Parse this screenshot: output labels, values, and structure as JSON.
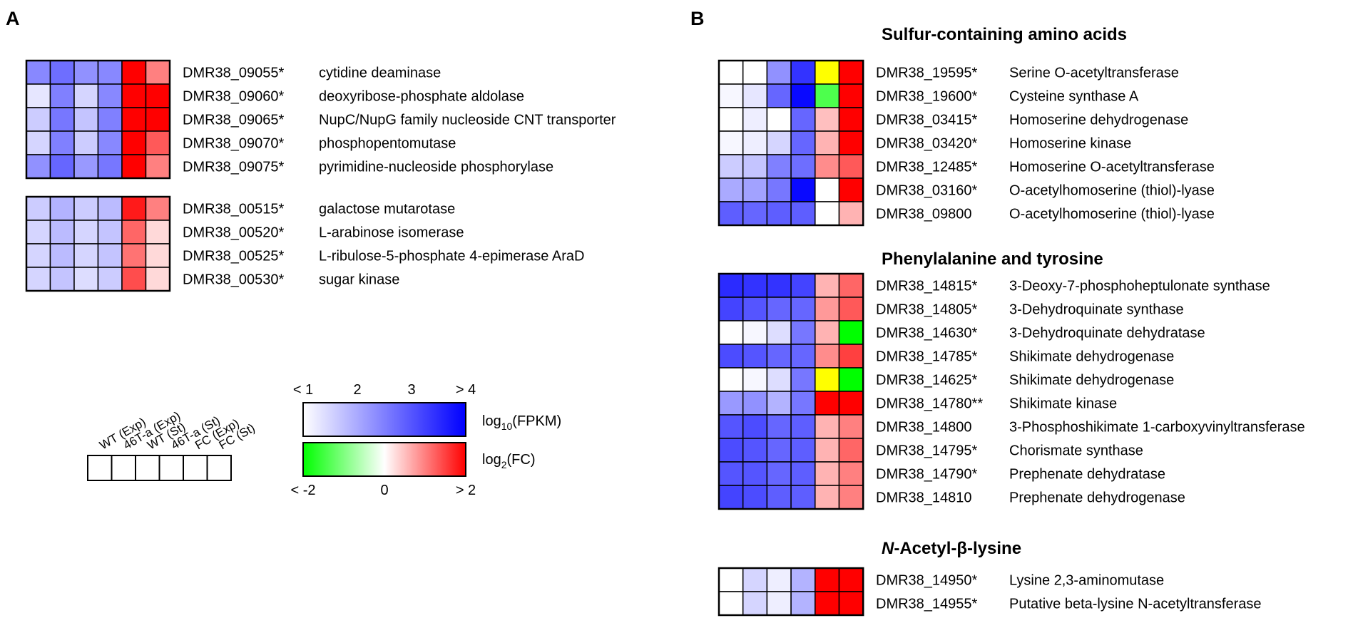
{
  "panels": {
    "a": "A",
    "b": "B"
  },
  "chart_data": {
    "type": "heatmap",
    "columns": [
      "WT (Exp)",
      "46T-a (Exp)",
      "WT (St)",
      "46T-a (St)",
      "FC (Exp)",
      "FC (St)"
    ],
    "legend": {
      "fpkm": {
        "label_main": "log",
        "label_sub": "10",
        "label_tail": "(FPKM)",
        "ticks": [
          "< 1",
          "2",
          "3",
          "> 4"
        ],
        "range": [
          1,
          4
        ],
        "colors": [
          "#ffffff",
          "#0000ff"
        ]
      },
      "fc": {
        "label_main": "log",
        "label_sub": "2",
        "label_tail": "(FC)",
        "ticks": [
          "< -2",
          "0",
          "> 2"
        ],
        "range": [
          -2,
          2
        ],
        "colors": [
          "#00ff00",
          "#ffffff",
          "#ff0000"
        ],
        "special_colors": [
          "#ffff00"
        ]
      }
    },
    "blocks": [
      {
        "panel": "A",
        "title": "",
        "rows": [
          {
            "gene": "DMR38_09055*",
            "desc": "cytidine deaminase",
            "fpkm": [
              2.4,
              2.7,
              2.3,
              2.4
            ],
            "fc": [
              2.0,
              1.0
            ]
          },
          {
            "gene": "DMR38_09060*",
            "desc": "deoxyribose-phosphate aldolase",
            "fpkm": [
              1.3,
              2.5,
              1.5,
              2.4
            ],
            "fc": [
              2.0,
              2.0
            ]
          },
          {
            "gene": "DMR38_09065*",
            "desc": "NupC/NupG family nucleoside CNT transporter",
            "fpkm": [
              1.6,
              2.6,
              1.7,
              2.5
            ],
            "fc": [
              2.0,
              2.0
            ]
          },
          {
            "gene": "DMR38_09070*",
            "desc": "phosphopentomutase",
            "fpkm": [
              1.5,
              2.5,
              1.6,
              2.4
            ],
            "fc": [
              2.0,
              1.3
            ]
          },
          {
            "gene": "DMR38_09075*",
            "desc": "pyrimidine-nucleoside phosphorylase",
            "fpkm": [
              2.3,
              2.8,
              2.2,
              2.6
            ],
            "fc": [
              2.0,
              1.0
            ]
          }
        ]
      },
      {
        "panel": "A",
        "title": "",
        "rows": [
          {
            "gene": "DMR38_00515*",
            "desc": "galactose mutarotase",
            "fpkm": [
              1.6,
              1.9,
              1.6,
              1.8
            ],
            "fc": [
              1.8,
              1.0
            ]
          },
          {
            "gene": "DMR38_00520*",
            "desc": "L-arabinose isomerase",
            "fpkm": [
              1.5,
              1.8,
              1.5,
              1.7
            ],
            "fc": [
              1.2,
              0.3
            ]
          },
          {
            "gene": "DMR38_00525*",
            "desc": "L-ribulose-5-phosphate 4-epimerase AraD",
            "fpkm": [
              1.5,
              1.8,
              1.5,
              1.7
            ],
            "fc": [
              1.1,
              0.3
            ]
          },
          {
            "gene": "DMR38_00530*",
            "desc": "sugar kinase",
            "fpkm": [
              1.5,
              1.7,
              1.4,
              1.6
            ],
            "fc": [
              1.4,
              0.3
            ]
          }
        ]
      },
      {
        "panel": "B",
        "title": "Sulfur-containing amino acids",
        "rows": [
          {
            "gene": "DMR38_19595*",
            "desc": "Serine O-acetyltransferase",
            "fpkm": [
              1.0,
              1.0,
              2.3,
              3.4
            ],
            "fc": [
              "Y",
              2.0
            ]
          },
          {
            "gene": "DMR38_19600*",
            "desc": "Cysteine synthase A",
            "fpkm": [
              1.1,
              1.3,
              2.8,
              3.9
            ],
            "fc": [
              -1.4,
              2.0
            ]
          },
          {
            "gene": "DMR38_03415*",
            "desc": "Homoserine dehydrogenase",
            "fpkm": [
              1.0,
              1.2,
              1.0,
              2.8
            ],
            "fc": [
              0.5,
              2.0
            ]
          },
          {
            "gene": "DMR38_03420*",
            "desc": "Homoserine kinase",
            "fpkm": [
              1.1,
              1.2,
              1.5,
              2.8
            ],
            "fc": [
              0.6,
              2.0
            ]
          },
          {
            "gene": "DMR38_12485*",
            "desc": "Homoserine O-acetyltransferase",
            "fpkm": [
              1.6,
              1.7,
              2.5,
              2.7
            ],
            "fc": [
              0.9,
              1.3
            ]
          },
          {
            "gene": "DMR38_03160*",
            "desc": "O-acetylhomoserine (thiol)-lyase",
            "fpkm": [
              2.0,
              2.1,
              2.6,
              3.9
            ],
            "fc": [
              0.0,
              2.0
            ]
          },
          {
            "gene": "DMR38_09800",
            "desc": "O-acetylhomoserine (thiol)-lyase",
            "fpkm": [
              2.9,
              2.8,
              2.9,
              2.9
            ],
            "fc": [
              0.0,
              0.6
            ]
          }
        ]
      },
      {
        "panel": "B",
        "title": "Phenylalanine and tyrosine",
        "rows": [
          {
            "gene": "DMR38_14815*",
            "desc": "3-Deoxy-7-phosphoheptulonate synthase",
            "fpkm": [
              3.5,
              3.4,
              3.4,
              3.2
            ],
            "fc": [
              0.6,
              1.2
            ]
          },
          {
            "gene": "DMR38_14805*",
            "desc": "3-Dehydroquinate synthase",
            "fpkm": [
              3.2,
              3.0,
              2.8,
              2.8
            ],
            "fc": [
              0.8,
              1.3
            ]
          },
          {
            "gene": "DMR38_14630*",
            "desc": "3-Dehydroquinate dehydratase",
            "fpkm": [
              1.0,
              1.1,
              1.4,
              2.6
            ],
            "fc": [
              0.6,
              -2.0
            ]
          },
          {
            "gene": "DMR38_14785*",
            "desc": "Shikimate dehydrogenase",
            "fpkm": [
              3.1,
              3.0,
              2.8,
              2.8
            ],
            "fc": [
              0.9,
              1.5
            ]
          },
          {
            "gene": "DMR38_14625*",
            "desc": "Shikimate dehydrogenase",
            "fpkm": [
              1.0,
              1.1,
              1.4,
              2.6
            ],
            "fc": [
              "Y",
              -2.0
            ]
          },
          {
            "gene": "DMR38_14780**",
            "desc": "Shikimate kinase",
            "fpkm": [
              2.2,
              2.3,
              1.9,
              2.6
            ],
            "fc": [
              2.0,
              2.0
            ]
          },
          {
            "gene": "DMR38_14800",
            "desc": "3-Phosphoshikimate 1-carboxyvinyltransferase",
            "fpkm": [
              3.0,
              3.1,
              2.8,
              2.9
            ],
            "fc": [
              0.6,
              1.0
            ]
          },
          {
            "gene": "DMR38_14795*",
            "desc": "Chorismate synthase",
            "fpkm": [
              3.1,
              3.0,
              2.8,
              2.9
            ],
            "fc": [
              0.6,
              1.2
            ]
          },
          {
            "gene": "DMR38_14790*",
            "desc": "Prephenate dehydratase",
            "fpkm": [
              3.0,
              3.0,
              2.8,
              2.9
            ],
            "fc": [
              0.6,
              1.0
            ]
          },
          {
            "gene": "DMR38_14810",
            "desc": "Prephenate dehydrogenase",
            "fpkm": [
              3.2,
              3.1,
              2.9,
              2.9
            ],
            "fc": [
              0.6,
              1.0
            ]
          }
        ]
      },
      {
        "panel": "B",
        "title_italic": "N",
        "title": "-Acetyl-β-lysine",
        "rows": [
          {
            "gene": "DMR38_14950*",
            "desc": "Lysine 2,3-aminomutase",
            "fpkm": [
              1.0,
              1.5,
              1.2,
              1.9
            ],
            "fc": [
              2.0,
              2.0
            ]
          },
          {
            "gene": "DMR38_14955*",
            "desc": "Putative beta-lysine N-acetyltransferase",
            "fpkm": [
              1.0,
              1.5,
              1.2,
              1.9
            ],
            "fc": [
              2.0,
              2.0
            ]
          }
        ]
      }
    ]
  }
}
